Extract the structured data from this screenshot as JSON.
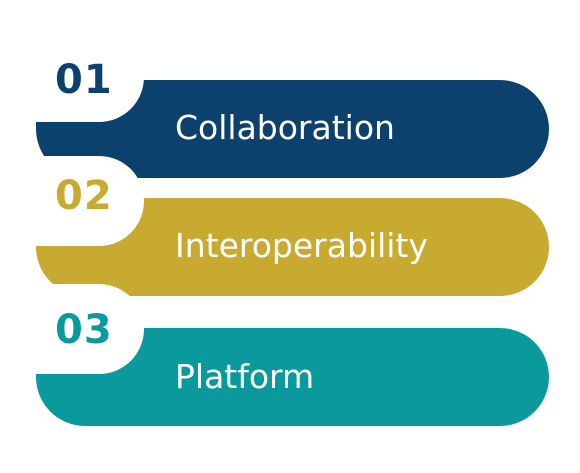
{
  "items": [
    {
      "number": "01",
      "label": "Collaboration",
      "color": "#0c416e"
    },
    {
      "number": "02",
      "label": "Interoperability",
      "color": "#c7aa2f"
    },
    {
      "number": "03",
      "label": "Platform",
      "color": "#0a9a9e"
    }
  ]
}
